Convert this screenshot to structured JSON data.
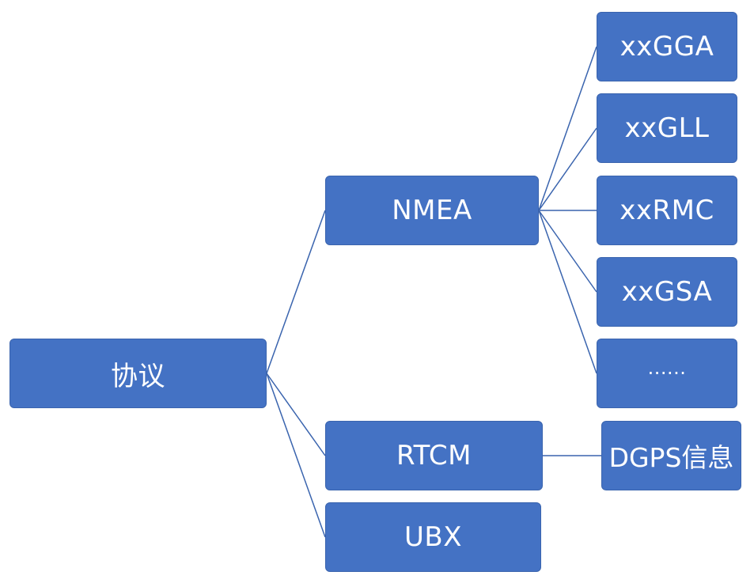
{
  "diagram": {
    "nodes": {
      "root": "协议",
      "nmea": "NMEA",
      "rtcm": "RTCM",
      "ubx": "UBX",
      "gga": "xxGGA",
      "gll": "xxGLL",
      "rmc": "xxRMC",
      "gsa": "xxGSA",
      "more": "......",
      "dgps": "DGPS信息"
    },
    "edges": [
      [
        "root",
        "nmea"
      ],
      [
        "root",
        "rtcm"
      ],
      [
        "root",
        "ubx"
      ],
      [
        "nmea",
        "gga"
      ],
      [
        "nmea",
        "gll"
      ],
      [
        "nmea",
        "rmc"
      ],
      [
        "nmea",
        "gsa"
      ],
      [
        "nmea",
        "more"
      ],
      [
        "rtcm",
        "dgps"
      ]
    ],
    "colors": {
      "node_fill": "#4472c4",
      "node_text": "#ffffff",
      "connector": "#3a64ae"
    }
  }
}
